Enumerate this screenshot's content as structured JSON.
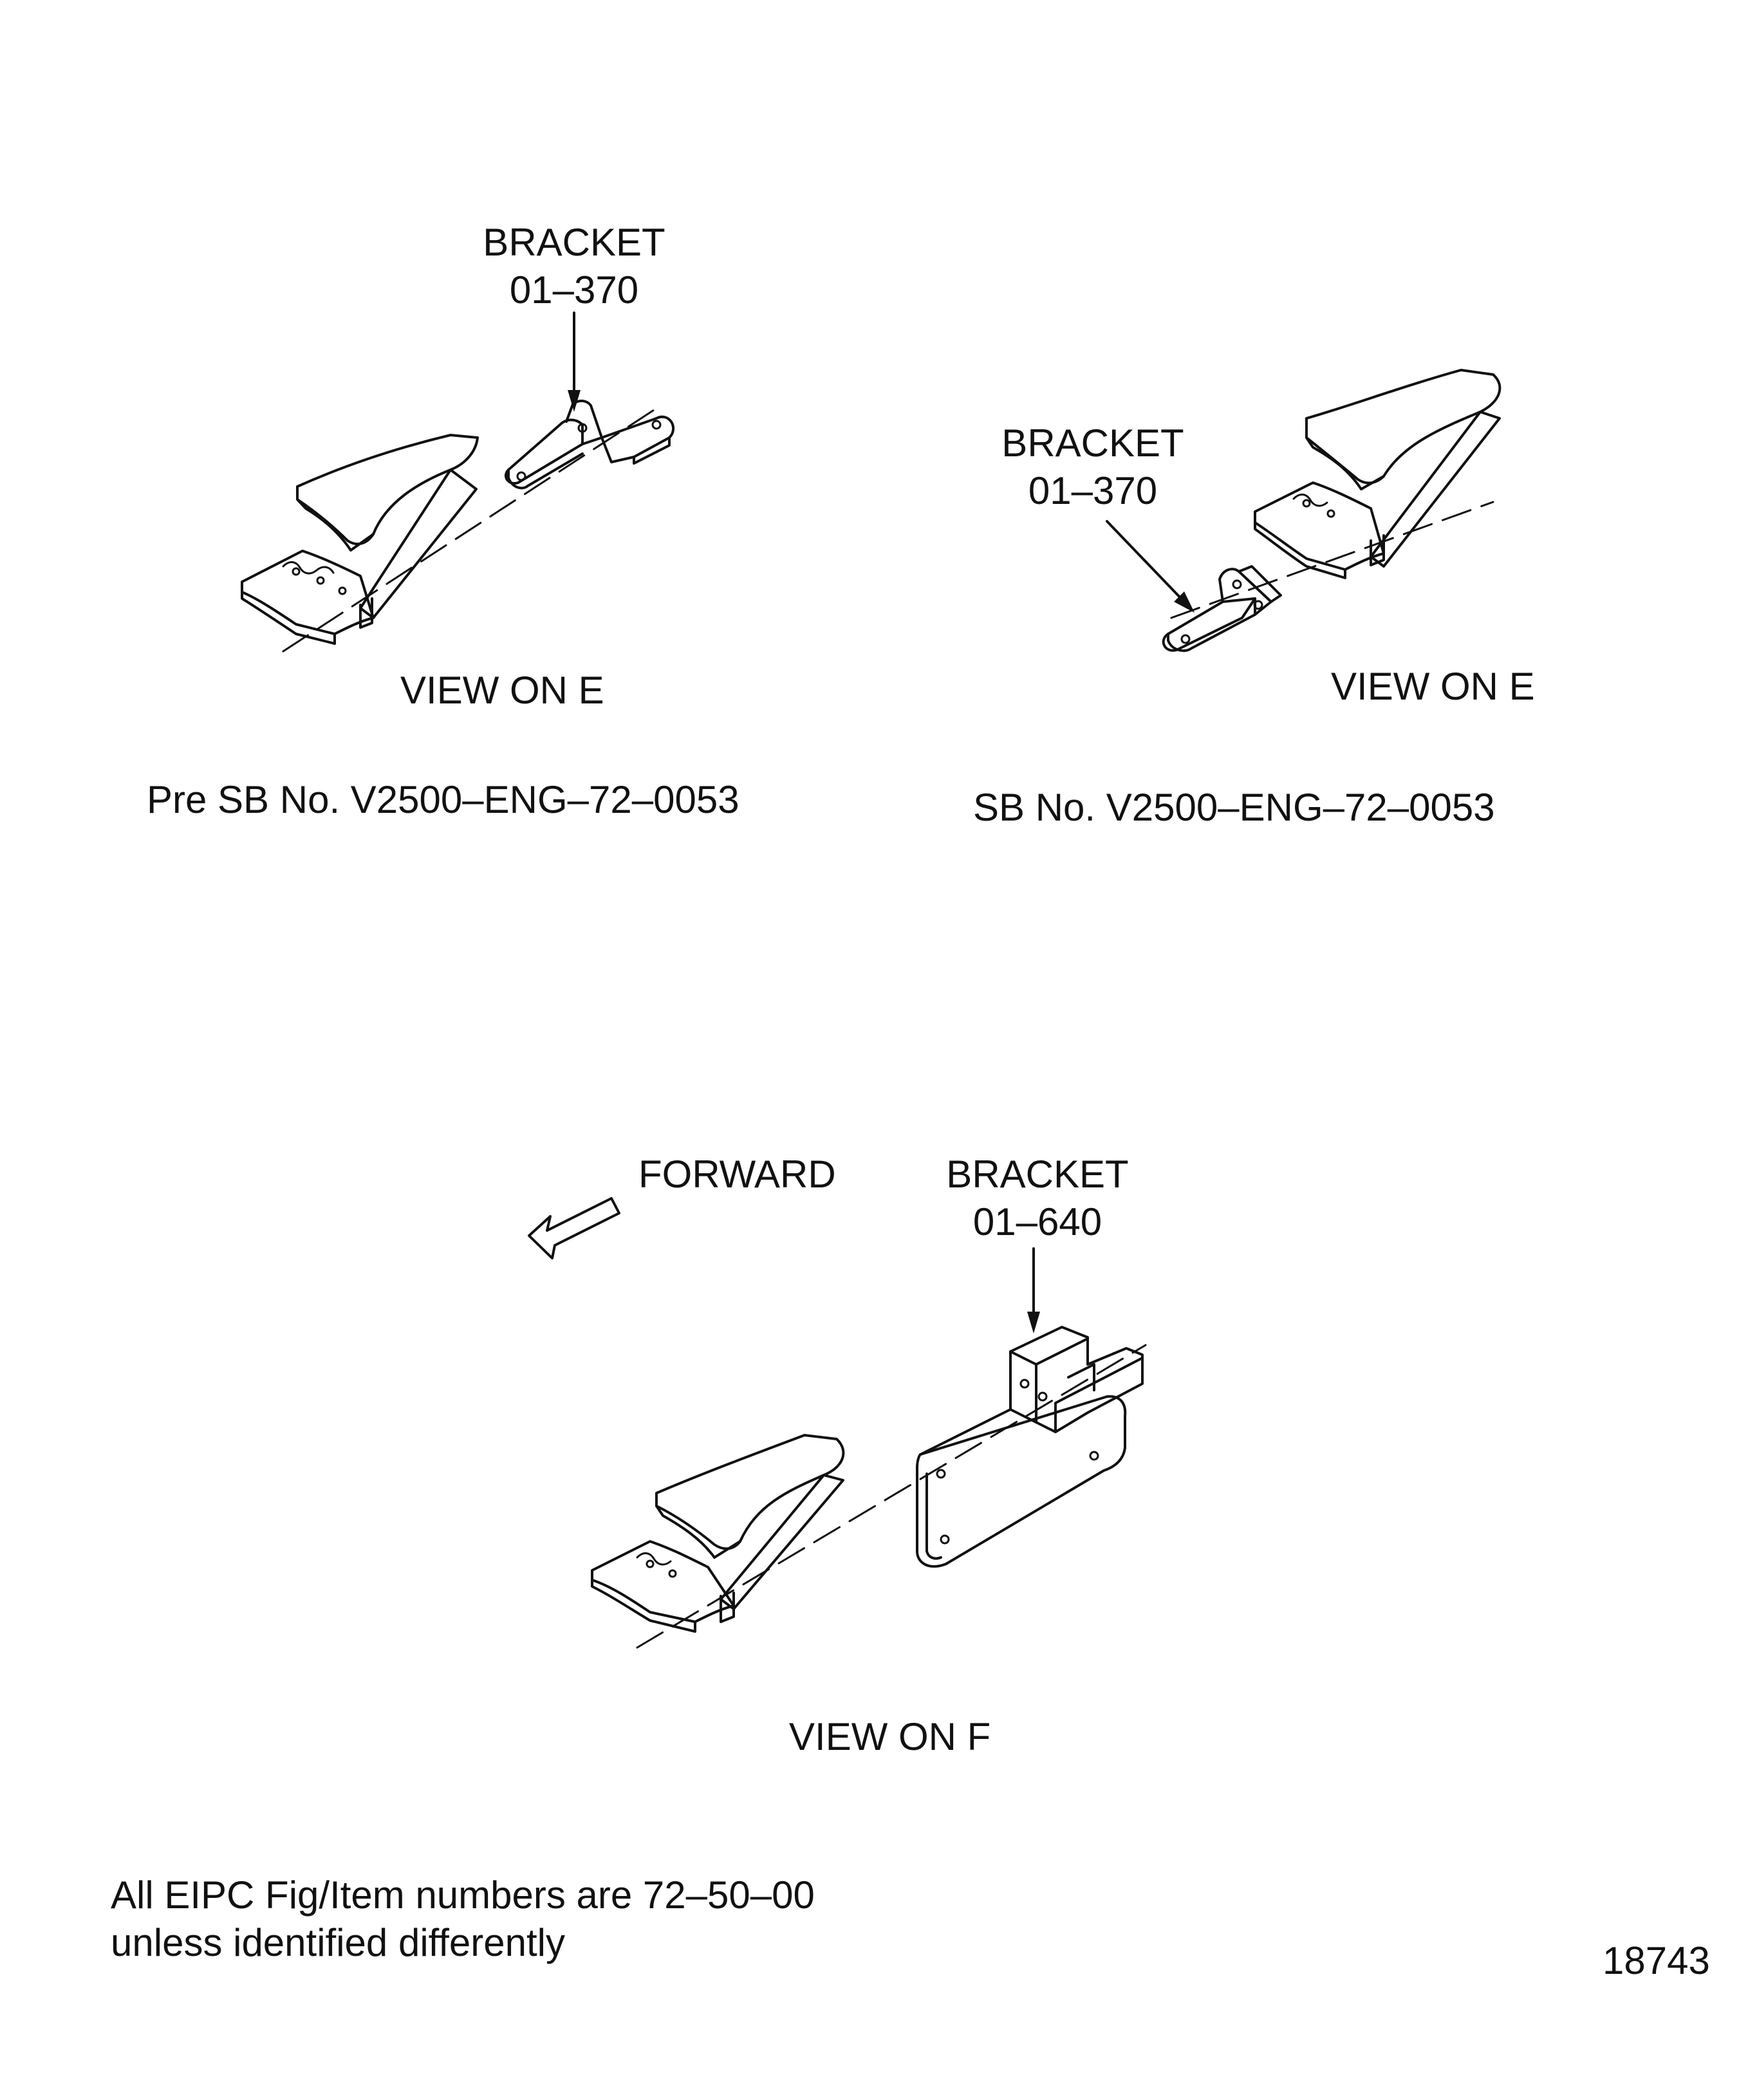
{
  "views": [
    {
      "callout": {
        "name": "BRACKET",
        "number": "01–370"
      },
      "view_title": "VIEW ON E",
      "caption": "Pre SB No. V2500–ENG–72–0053"
    },
    {
      "callout": {
        "name": "BRACKET",
        "number": "01–370"
      },
      "view_title": "VIEW ON E",
      "caption": "SB No. V2500–ENG–72–0053"
    },
    {
      "callout": {
        "name": "BRACKET",
        "number": "01–640"
      },
      "view_title": "VIEW ON F",
      "direction_label": "FORWARD"
    }
  ],
  "note": {
    "line1": "All EIPC Fig/Item numbers are 72–50–00",
    "line2": "unless identified differently"
  },
  "figure_number": "18743",
  "colors": {
    "ink": "#111111",
    "paper": "#ffffff"
  }
}
